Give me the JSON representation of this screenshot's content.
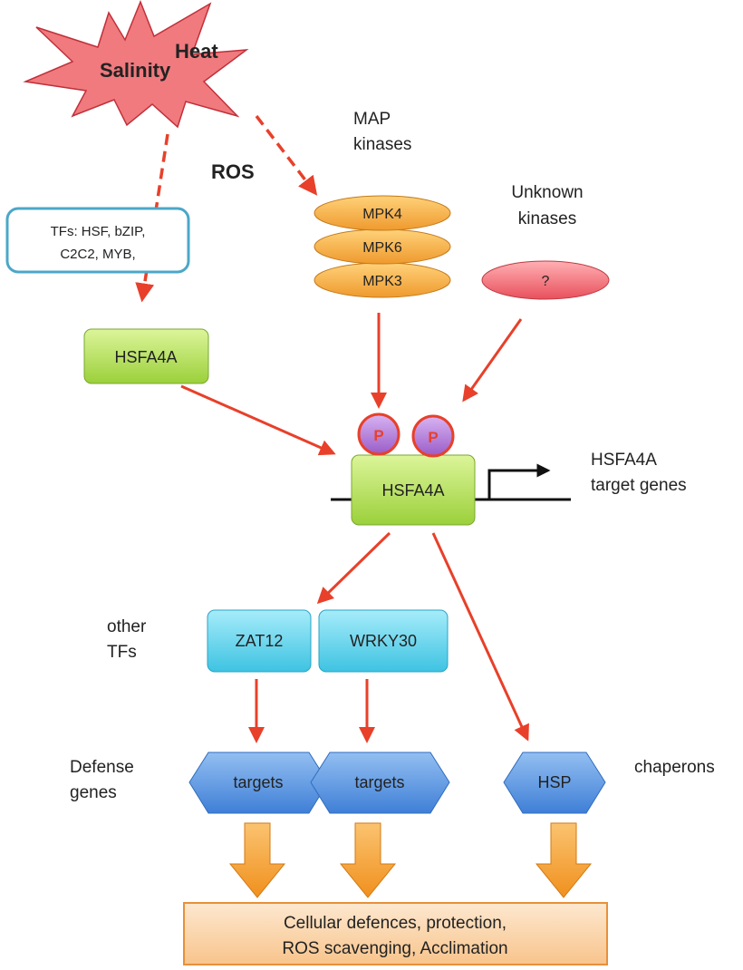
{
  "stress": {
    "heat": "Heat",
    "salinity": "Salinity"
  },
  "ros": "ROS",
  "tfs_box": {
    "line1": "TFs: HSF, bZIP,",
    "line2": "C2C2, MYB,"
  },
  "map_kinases": {
    "line1": "MAP",
    "line2": "kinases"
  },
  "mpk": [
    "MPK4",
    "MPK6",
    "MPK3"
  ],
  "unknown_kinases": {
    "line1": "Unknown",
    "line2": "kinases",
    "symbol": "?"
  },
  "hsfa4a_upstream": "HSFA4A",
  "phospho": [
    "P",
    "P"
  ],
  "hsfa4a_center": "HSFA4A",
  "target_genes": {
    "line1": "HSFA4A",
    "line2": "target genes"
  },
  "other_tfs": {
    "line1": "other",
    "line2": "TFs"
  },
  "tf_boxes": [
    "ZAT12",
    "WRKY30"
  ],
  "defense_genes": {
    "line1": "Defense",
    "line2": "genes"
  },
  "hexagons": [
    "targets",
    "targets",
    "HSP"
  ],
  "chaperons": "chaperons",
  "outcome": {
    "line1": "Cellular defences, protection,",
    "line2": "ROS scavenging, Acclimation"
  },
  "colors": {
    "arrow_red": "#e8402a",
    "star_fill": "#f07a7e",
    "green_box": "#b8e05a",
    "mpk_orange": "#f7b24a",
    "unknown_pink": "#f2707a",
    "phospho_purple": "#b27ad8",
    "cyan_box": "#5fd4ec",
    "hex_blue": "#5b97e2",
    "orange_arrow": "#f5a23a",
    "outcome_fill": "#fcd9b0",
    "tfs_border": "#4ba7c8"
  }
}
